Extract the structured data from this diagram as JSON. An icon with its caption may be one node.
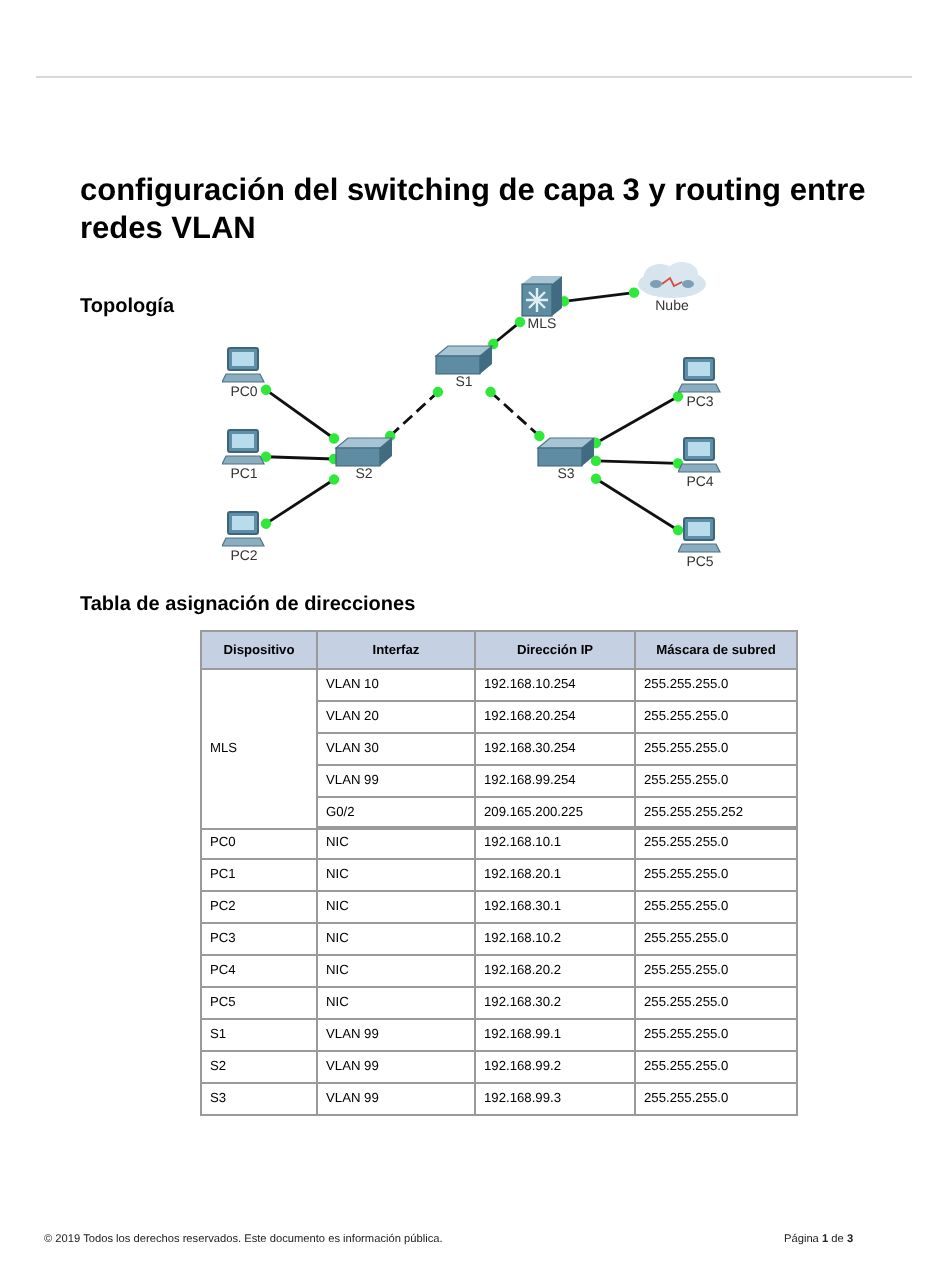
{
  "diagram": {
    "title": "configuración del switching de capa 3 y routing entre redes VLAN",
    "nodes": [
      {
        "text": [
          "MLS"
        ]
      },
      {
        "text": [
          "Nube"
        ]
      },
      {
        "text": [
          "S1"
        ]
      },
      {
        "text": [
          "PC0"
        ]
      },
      {
        "text": [
          "PC1"
        ]
      },
      {
        "text": [
          "PC2"
        ]
      },
      {
        "text": [
          "S2"
        ]
      },
      {
        "text": [
          "S3"
        ]
      },
      {
        "text": [
          "PC3"
        ]
      },
      {
        "text": [
          "PC4"
        ]
      },
      {
        "text": [
          "PC5"
        ]
      }
    ],
    "edges": [
      {
        "from": 0,
        "to": 1,
        "arrow": "other"
      },
      {
        "from": 2,
        "to": 0,
        "arrow": "other"
      },
      {
        "from": 6,
        "to": 2,
        "arrow": "other",
        "style": "dashed"
      },
      {
        "from": 2,
        "to": 7,
        "arrow": "other",
        "style": "dashed"
      },
      {
        "from": 3,
        "to": 6,
        "arrow": "other"
      },
      {
        "from": 4,
        "to": 6,
        "arrow": "other"
      },
      {
        "from": 5,
        "to": 6,
        "arrow": "other"
      },
      {
        "from": 7,
        "to": 8,
        "arrow": "other"
      },
      {
        "from": 7,
        "to": 9,
        "arrow": "other"
      },
      {
        "from": 7,
        "to": 10,
        "arrow": "other"
      }
    ],
    "labels": [
      "Topología",
      "Tabla de asignación de direcciones",
      "Dispositivo",
      "Interfaz",
      "Dirección IP",
      "Máscara de subred",
      "MLS",
      "VLAN 10",
      "192.168.10.254",
      "255.255.255.0",
      "VLAN 20",
      "192.168.20.254",
      "255.255.255.0",
      "VLAN 30",
      "192.168.30.254",
      "255.255.255.0",
      "VLAN 99",
      "192.168.99.254",
      "255.255.255.0",
      "G0/2",
      "209.165.200.225",
      "255.255.255.252",
      "PC0",
      "NIC",
      "192.168.10.1",
      "255.255.255.0",
      "PC1",
      "NIC",
      "192.168.20.1",
      "255.255.255.0",
      "PC2",
      "NIC",
      "192.168.30.1",
      "255.255.255.0",
      "PC3",
      "NIC",
      "192.168.10.2",
      "255.255.255.0",
      "PC4",
      "NIC",
      "192.168.20.2",
      "255.255.255.0",
      "PC5",
      "NIC",
      "192.168.30.2",
      "255.255.255.0",
      "S1",
      "VLAN 99",
      "192.168.99.1",
      "255.255.255.0",
      "S2",
      "VLAN 99",
      "192.168.99.2",
      "255.255.255.0",
      "S3",
      "VLAN 99",
      "192.168.99.3",
      "255.255.255.0",
      "© 2019 Todos los derechos reservados. Este documento es información pública.",
      "Página **1** de **3**"
    ]
  }
}
